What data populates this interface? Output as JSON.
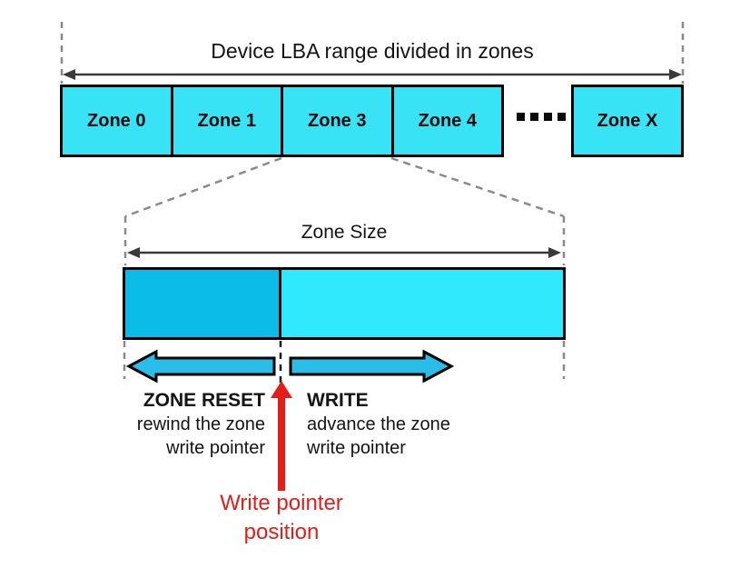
{
  "title": "Device LBA range divided in zones",
  "zones": {
    "contiguous": [
      {
        "label": "Zone 0"
      },
      {
        "label": "Zone 1"
      },
      {
        "label": "Zone 3"
      },
      {
        "label": "Zone 4"
      }
    ],
    "last_label": "Zone X"
  },
  "zoom_view": {
    "size_label": "Zone Size"
  },
  "actions": {
    "reset_title": "ZONE RESET",
    "reset_line1": "rewind the zone",
    "reset_line2": "write pointer",
    "write_title": "WRITE",
    "write_line1": "advance the zone",
    "write_line2": "write pointer"
  },
  "pointer": {
    "line1": "Write pointer",
    "line2": "position"
  },
  "colors": {
    "zone_fill": "#38E3F6",
    "written_fill": "#0CBCE8",
    "free_fill": "#2FE9FD",
    "block_arrow_fill": "#29BDE8",
    "pointer_red": "#E51D18",
    "dash_gray": "#8A8A8A",
    "line_dark": "#3A3A3A"
  }
}
